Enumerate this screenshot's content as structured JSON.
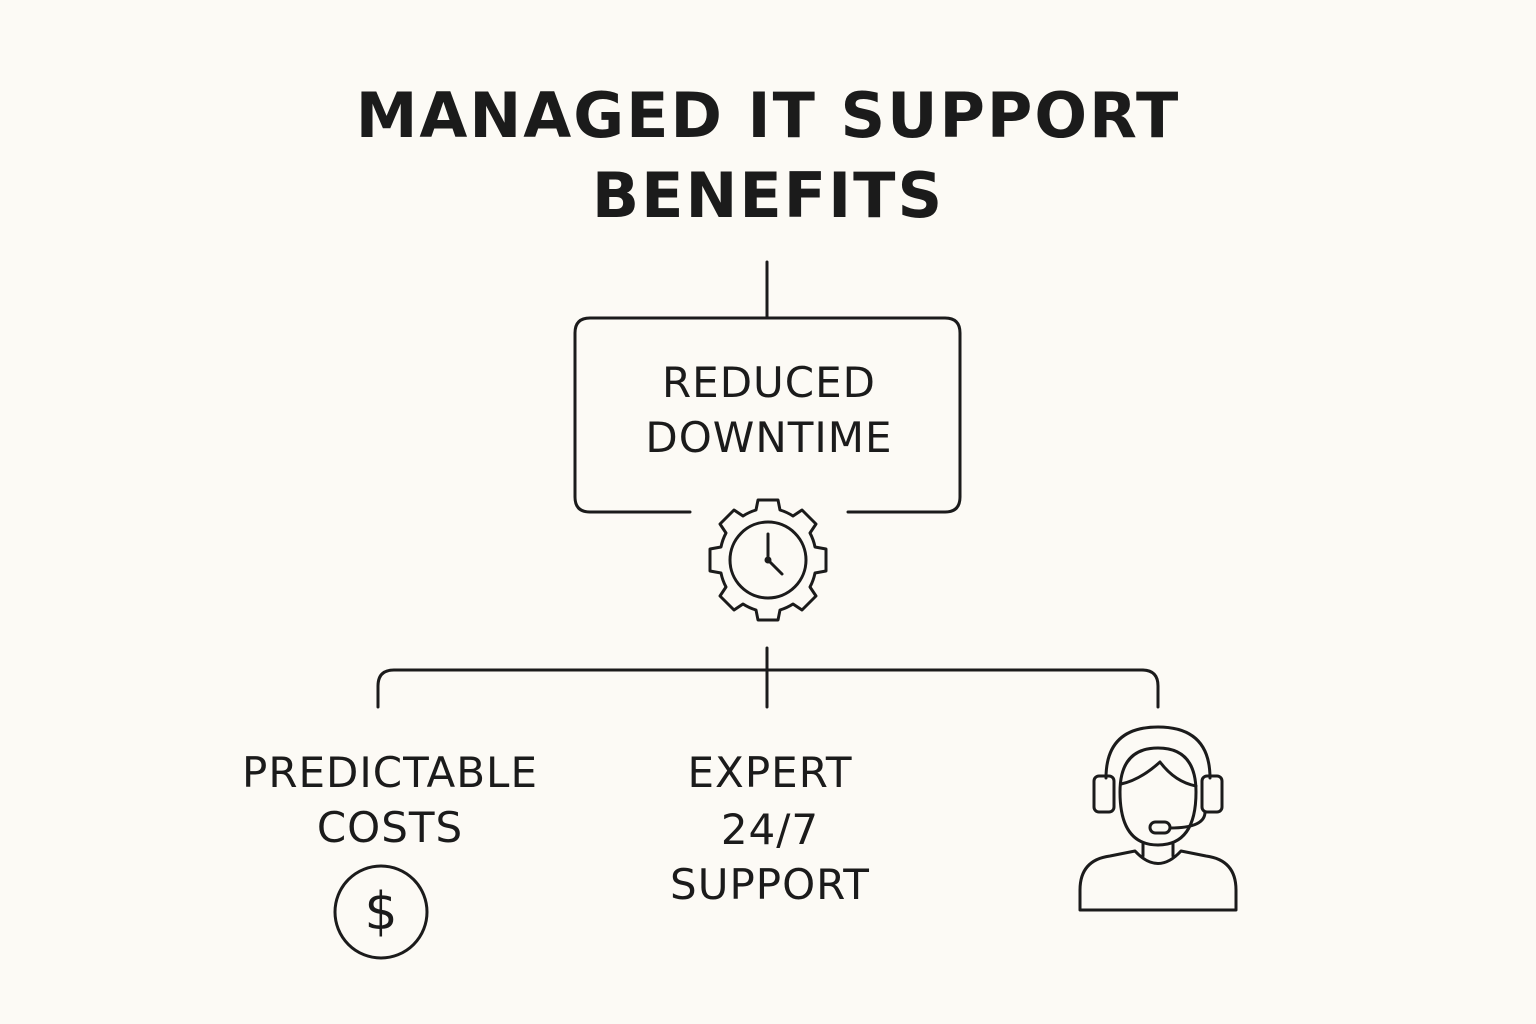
{
  "title": {
    "line1": "MANAGED IT SUPPORT",
    "line2": "BENEFITS"
  },
  "root": {
    "line1": "REDUCED",
    "line2": "DOWNTIME",
    "icon": "gear-clock-icon"
  },
  "children": [
    {
      "line1": "PREDICTABLE",
      "line2": "COSTS",
      "icon": "dollar-icon"
    },
    {
      "line1": "EXPERT",
      "line2": "24/7",
      "line3": "SUPPORT"
    },
    {
      "icon": "support-agent-icon"
    }
  ],
  "colors": {
    "background": "#fcfaf5",
    "ink": "#1b1b1b"
  }
}
